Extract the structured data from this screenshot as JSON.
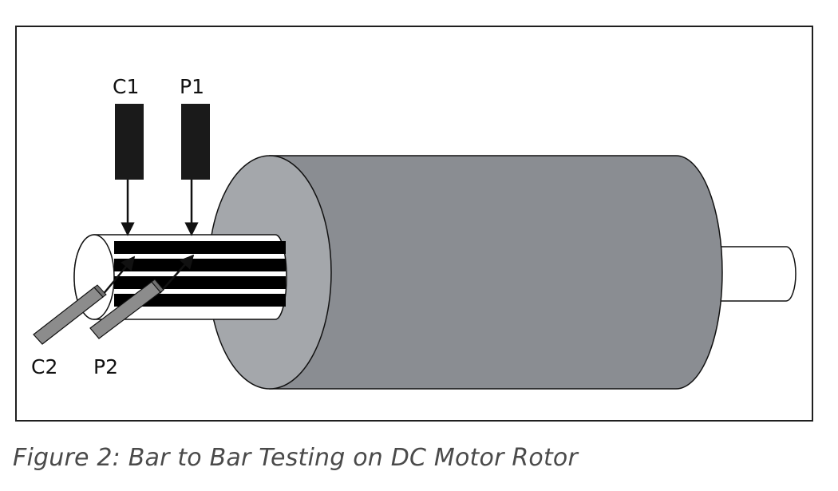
{
  "labels": {
    "c1": "C1",
    "p1": "P1",
    "c2": "C2",
    "p2": "P2"
  },
  "caption": "Figure 2: Bar to Bar Testing on DC Motor Rotor",
  "colors": {
    "rotor_body": "#8a8d92",
    "rotor_face": "#a4a7ab",
    "probe_top": "#1a1a1a",
    "probe_bottom": "#8c8c8c",
    "commutator_bars": "#000000",
    "shaft": "#ffffff"
  },
  "icons": {
    "c1_probe": "vertical-probe-icon",
    "p1_probe": "vertical-probe-icon",
    "c2_probe": "angled-probe-icon",
    "p2_probe": "angled-probe-icon"
  }
}
